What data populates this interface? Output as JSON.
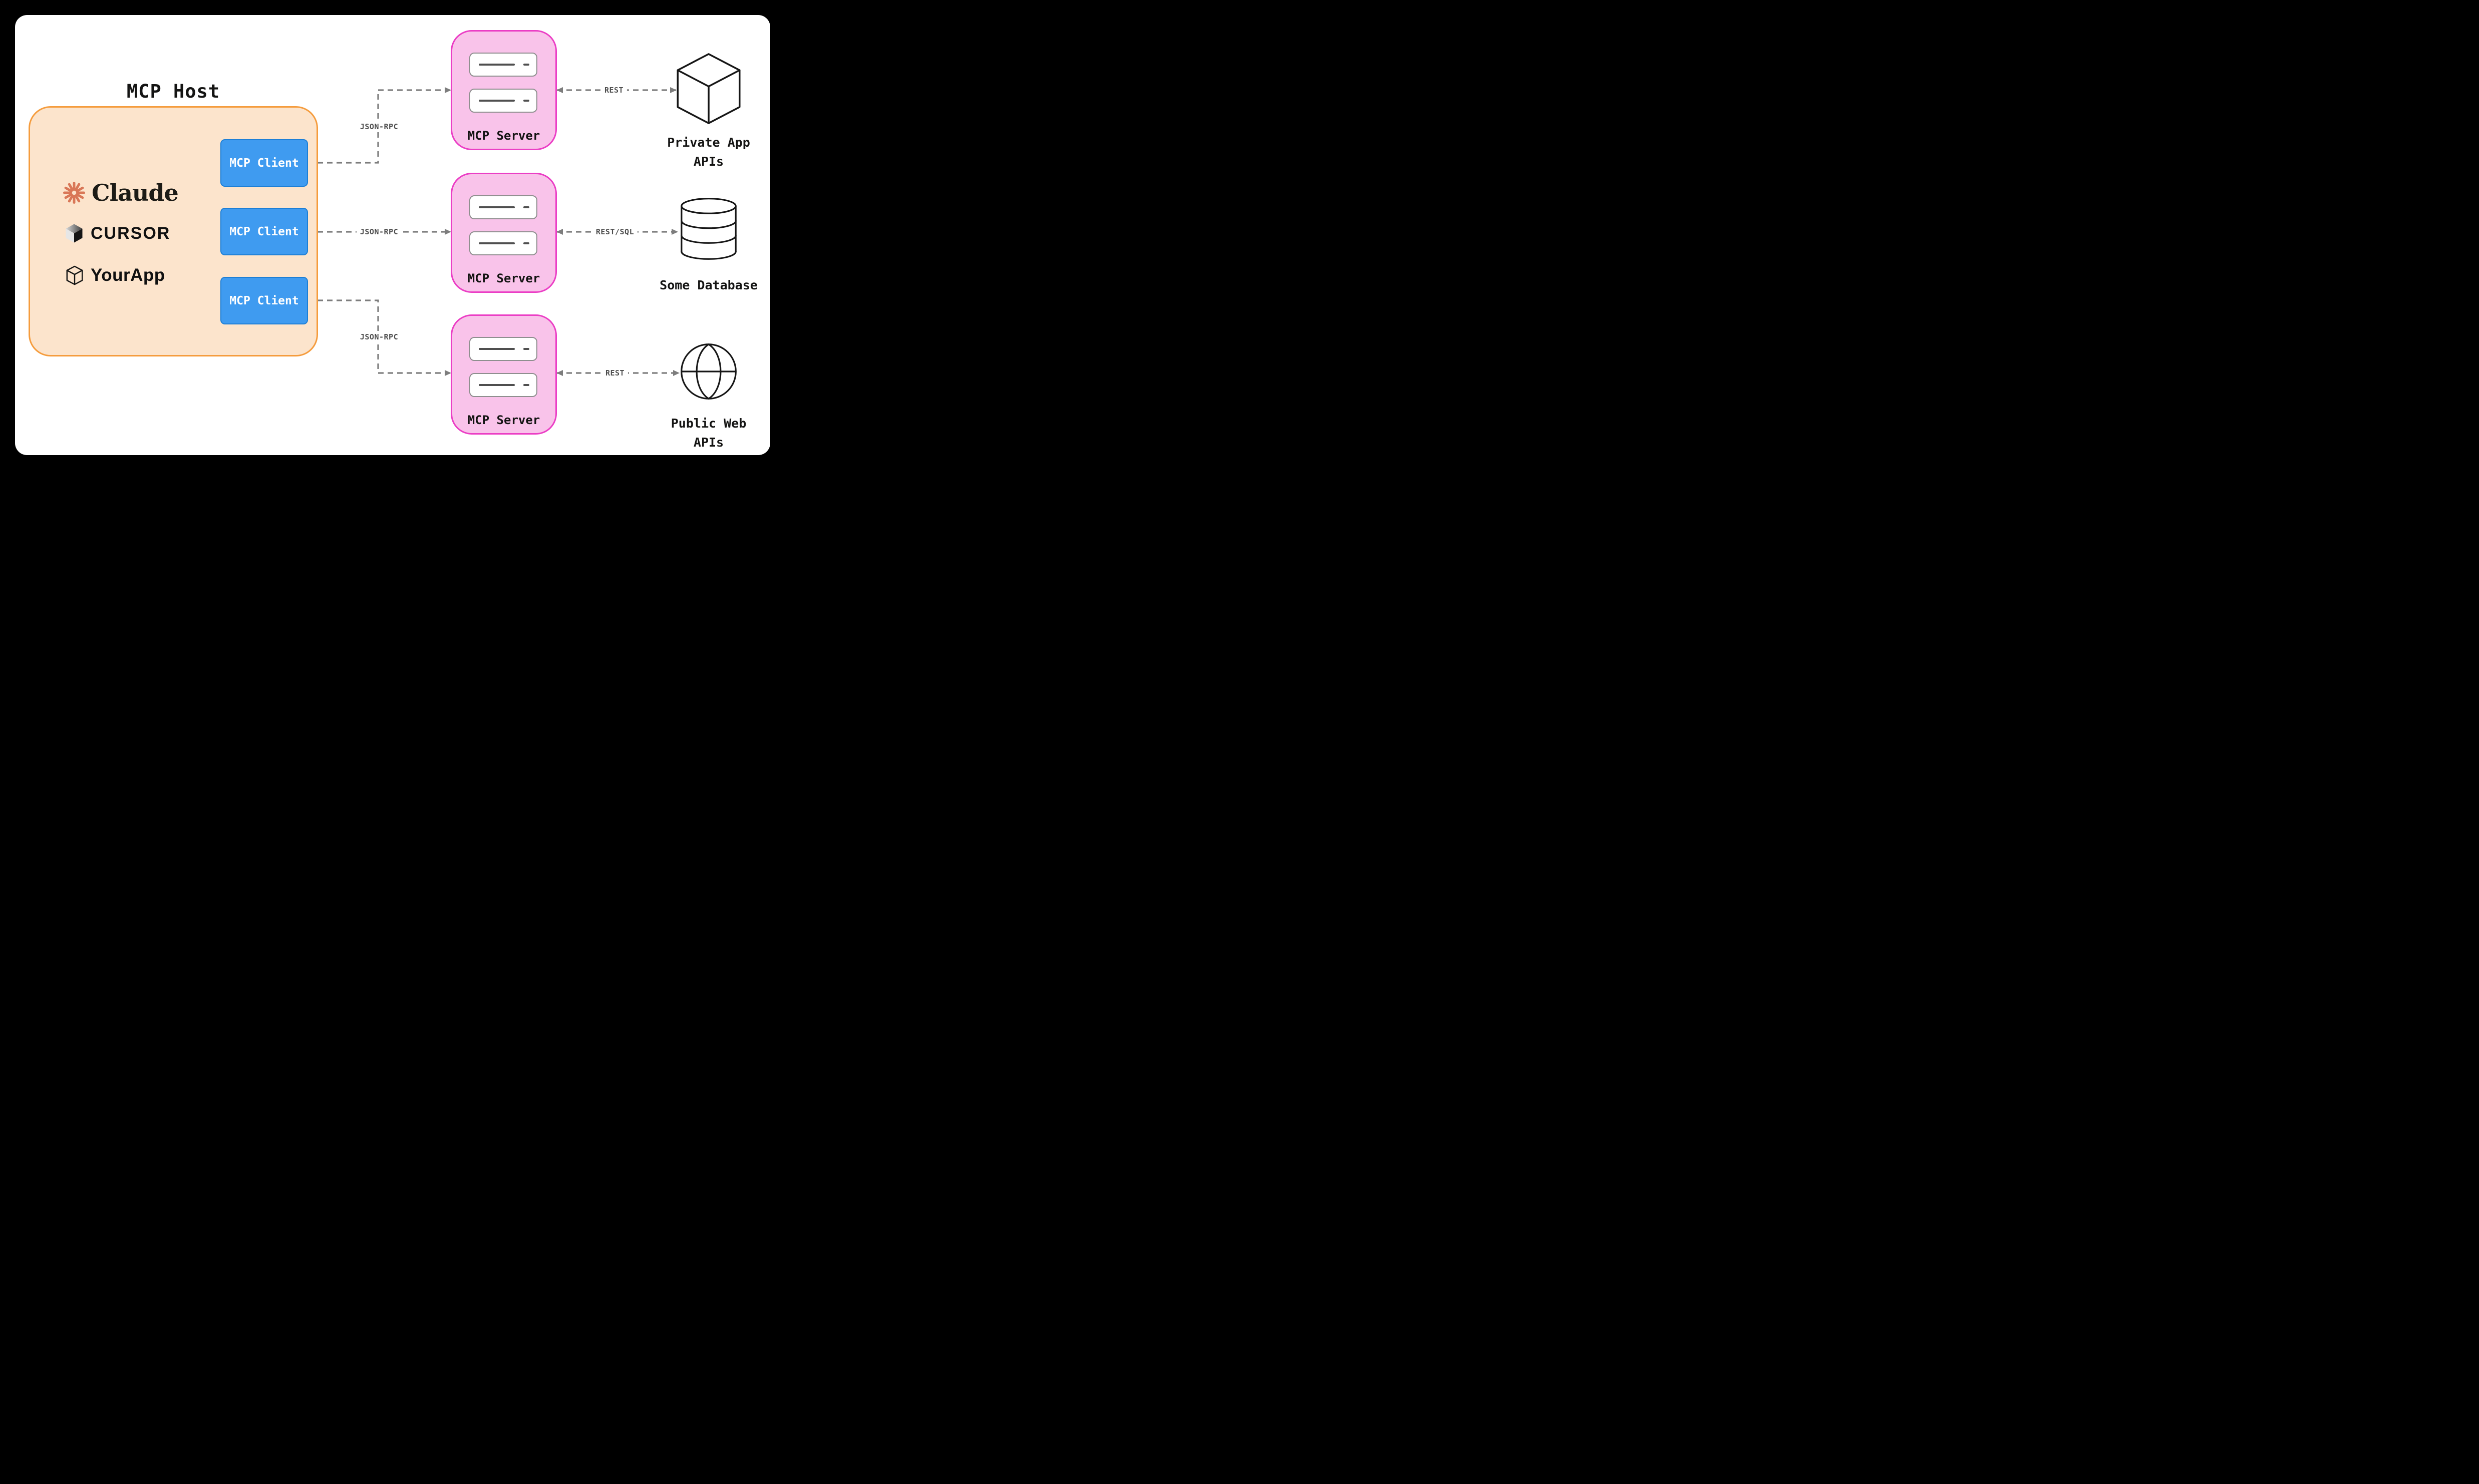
{
  "title": "MCP Host",
  "host": {
    "apps": [
      {
        "name": "Claude"
      },
      {
        "name": "CURSOR"
      },
      {
        "name": "YourApp"
      }
    ],
    "clients": [
      {
        "label": "MCP Client"
      },
      {
        "label": "MCP Client"
      },
      {
        "label": "MCP Client"
      }
    ]
  },
  "servers": [
    {
      "label": "MCP Server"
    },
    {
      "label": "MCP Server"
    },
    {
      "label": "MCP Server"
    }
  ],
  "endpoints": [
    {
      "lines": [
        "Private App",
        "APIs"
      ]
    },
    {
      "lines": [
        "Some Database"
      ]
    },
    {
      "lines": [
        "Public Web",
        "APIs"
      ]
    }
  ],
  "connections": {
    "client_server": [
      {
        "label": "JSON-RPC"
      },
      {
        "label": "JSON-RPC"
      },
      {
        "label": "JSON-RPC"
      }
    ],
    "server_endpoint": [
      {
        "label": "REST"
      },
      {
        "label": "REST/SQL"
      },
      {
        "label": "REST"
      }
    ]
  },
  "colors": {
    "host_fill": "#fce4cc",
    "host_border": "#f59c3d",
    "client_fill": "#3f9bf0",
    "client_border": "#1d7fd6",
    "server_fill": "#f9c3ea",
    "server_border": "#eb3ec5",
    "arrow_gray": "#7d7d7d",
    "claude_orange": "#d97757"
  }
}
